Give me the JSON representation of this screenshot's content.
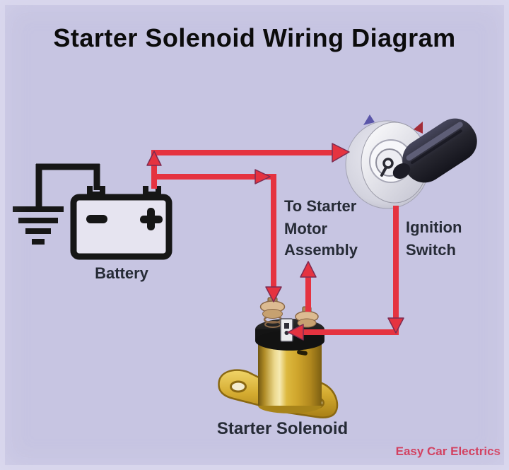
{
  "title": "Starter Solenoid Wiring Diagram",
  "labels": {
    "battery": "Battery",
    "to_starter_motor": [
      "To Starter",
      "Motor",
      "Assembly"
    ],
    "ignition_switch": [
      "Ignition",
      "Switch"
    ],
    "starter_solenoid": "Starter Solenoid"
  },
  "watermark": "Easy Car Electrics",
  "colors": {
    "background": "#c7c5e2",
    "wire_red": "#e53340",
    "arrow_dark": "#7c2c52",
    "wire_black": "#161616",
    "battery_fill": "#e6e4f0",
    "solenoid_gold": "#d4a92c",
    "key_dark": "#23232e",
    "watermark": "#d23c5c",
    "label_color": "#262b36",
    "title_color": "#0c0c0c"
  }
}
